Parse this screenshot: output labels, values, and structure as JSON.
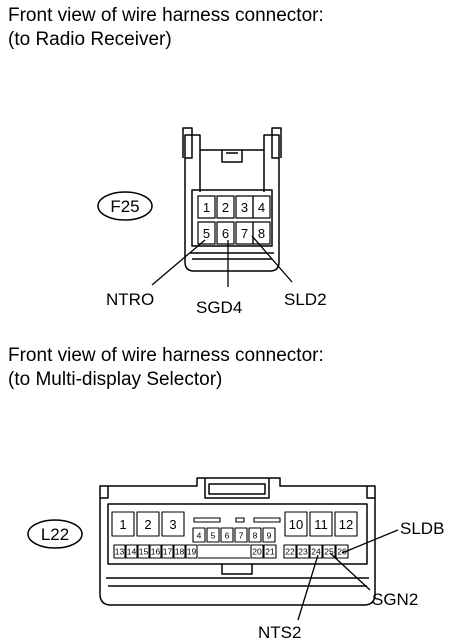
{
  "captions": {
    "top": [
      "Front view of wire harness connector:",
      "(to Radio Receiver)"
    ],
    "bottom": [
      "Front view of wire harness connector:",
      "(to Multi-display Selector)"
    ]
  },
  "connector_f25": {
    "tag": "F25",
    "pins_row1": [
      "1",
      "2",
      "3",
      "4"
    ],
    "pins_row2": [
      "5",
      "6",
      "7",
      "8"
    ],
    "signals": [
      "NTRO",
      "SGD4",
      "SLD2"
    ]
  },
  "connector_l22": {
    "tag": "L22",
    "pins_top_left": [
      "1",
      "2",
      "3"
    ],
    "pins_top_mid": [
      "4",
      "5",
      "6",
      "7",
      "8",
      "9"
    ],
    "pins_top_right": [
      "10",
      "11",
      "12"
    ],
    "pins_bottom": [
      "13",
      "14",
      "15",
      "16",
      "17",
      "18",
      "19",
      "20",
      "21",
      "22",
      "23",
      "24",
      "25",
      "26"
    ],
    "signals": [
      "SLDB",
      "SGN2",
      "NTS2"
    ]
  }
}
